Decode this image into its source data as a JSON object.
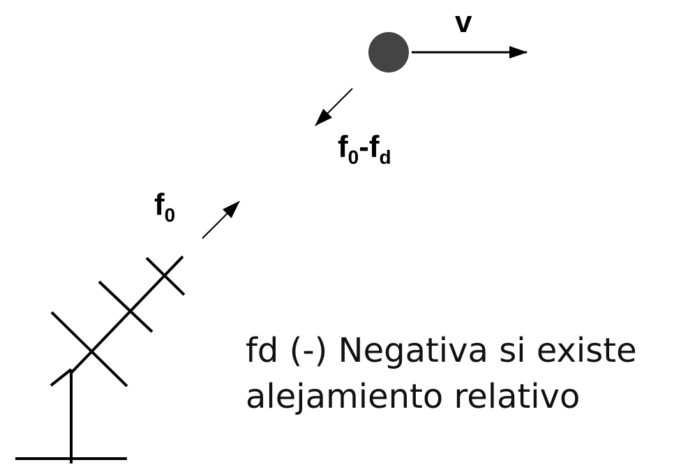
{
  "diagram": {
    "velocity_label": "v",
    "reflected_label": {
      "base": "f",
      "sub1": "0",
      "minus": "-f",
      "sub2": "d"
    },
    "emitted_label": {
      "base": "f",
      "sub": "0"
    }
  },
  "caption": {
    "line1": "fd (-) Negativa si existe",
    "line2": "alejamiento relativo"
  },
  "colors": {
    "target": "#444444",
    "lines": "#000000"
  }
}
